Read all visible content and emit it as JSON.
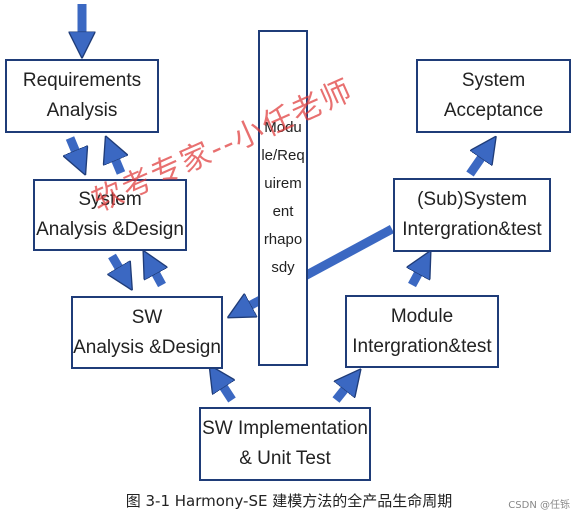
{
  "colors": {
    "border": "#1f3c78",
    "arrow": "#3b68c2",
    "watermark": "#e03a3a"
  },
  "boxes": {
    "requirements_analysis": [
      "Requirements",
      "Analysis"
    ],
    "system_analysis_design": [
      "System",
      "Analysis &Design"
    ],
    "sw_analysis_design": [
      "SW",
      "Analysis &Design"
    ],
    "sw_implementation": [
      "SW Implementation",
      "& Unit Test"
    ],
    "module_integration": [
      "Module",
      "Intergration&test"
    ],
    "subsystem_integration": [
      "(Sub)System",
      "Intergration&test"
    ],
    "system_acceptance": [
      "System",
      "Acceptance"
    ]
  },
  "module_requirement_box": [
    "Modu",
    "le/Req",
    "uirem",
    "ent",
    "rhapo",
    "sdy"
  ],
  "watermark": "软考专家--小任老师",
  "caption": "图 3-1 Harmony-SE  建模方法的全产品生命周期",
  "credit": "CSDN @任铄"
}
